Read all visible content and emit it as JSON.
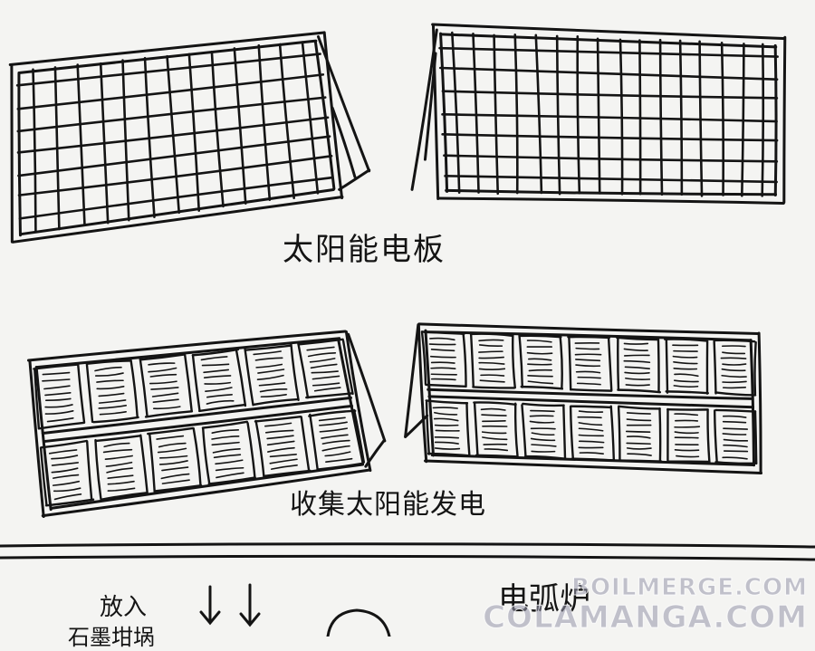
{
  "labels": {
    "solar_panel": "太阳能电板",
    "collect_solar": "收集太阳能发电",
    "put_in": "放入",
    "furnace": "电弧炉"
  },
  "watermarks": {
    "line1": "BOILMERGE.COM",
    "line2": "COLAMANGA.COM"
  },
  "colors": {
    "ink": "#141414",
    "paper": "#f4f4f2"
  }
}
